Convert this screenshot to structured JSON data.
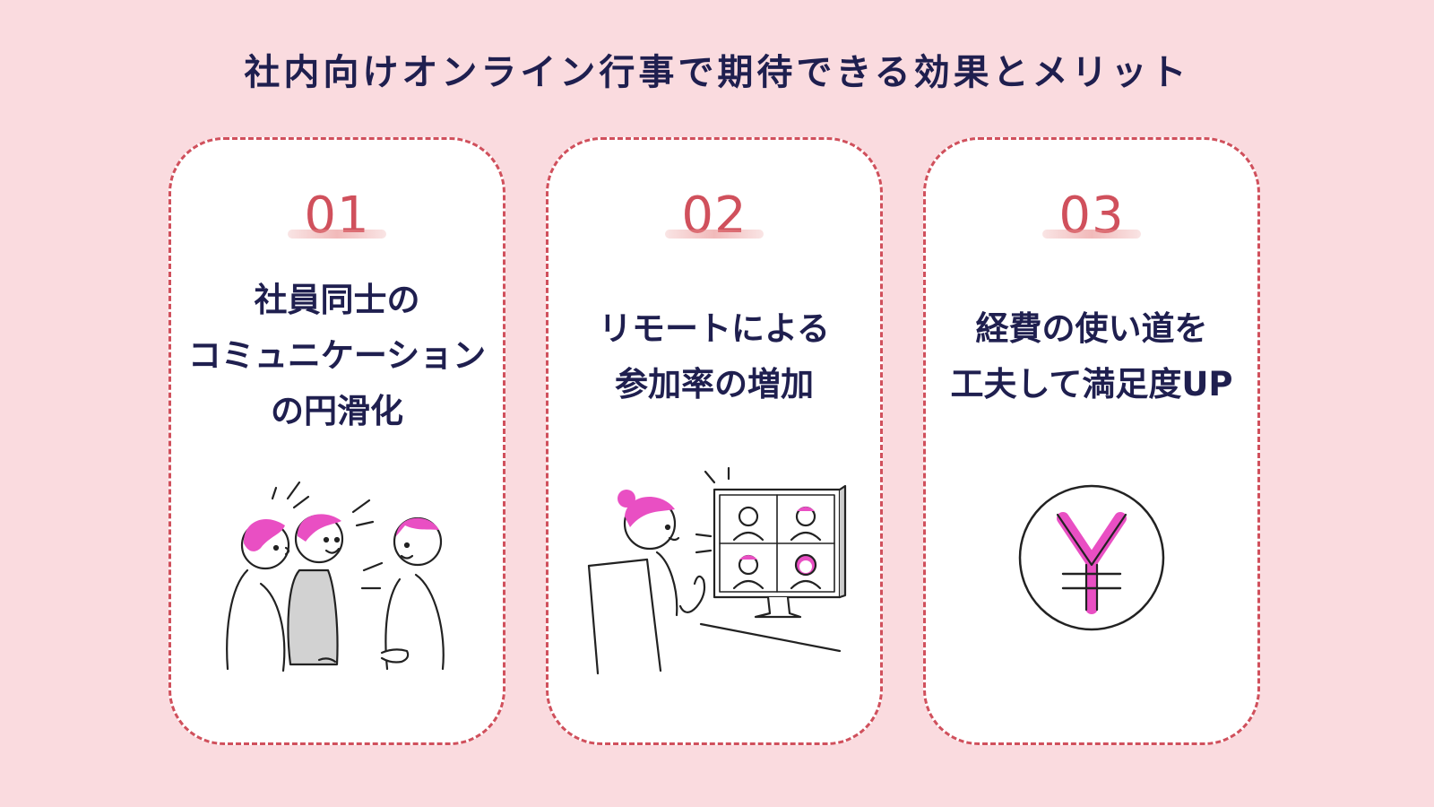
{
  "title": "社内向けオンライン行事で期待できる効果とメリット",
  "cards": [
    {
      "number": "01",
      "lines": [
        "社員同士の",
        "コミュニケーション",
        "の円滑化"
      ],
      "illustration": "three-people-talking-illustration"
    },
    {
      "number": "02",
      "lines": [
        "リモートによる",
        "参加率の増加"
      ],
      "illustration": "video-conference-illustration"
    },
    {
      "number": "03",
      "lines": [
        "経費の使い道を",
        "工夫して満足度UP"
      ],
      "illustration": "yen-coin-icon"
    }
  ],
  "colors": {
    "background": "#fadbdf",
    "accent": "#d0505c",
    "text": "#1f1f4f",
    "highlight": "#e94fc3"
  }
}
